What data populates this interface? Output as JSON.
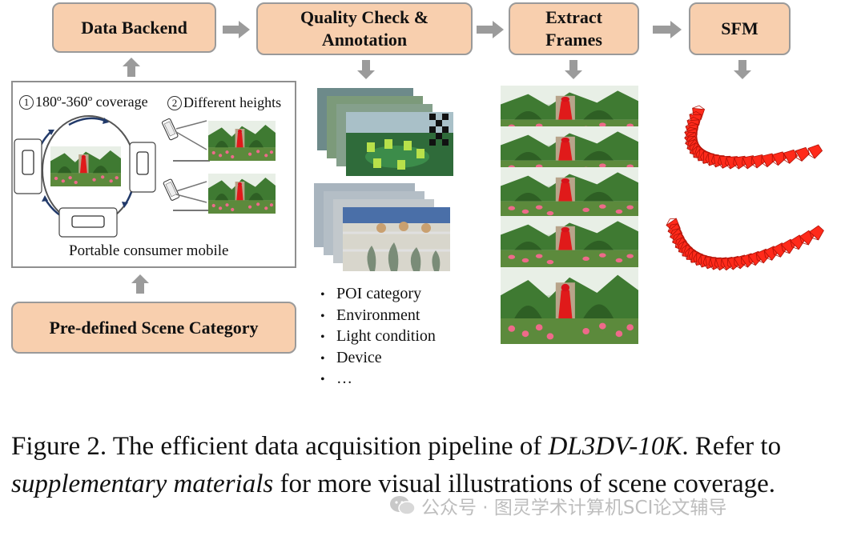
{
  "stages": {
    "data_backend": "Data Backend",
    "quality_check": "Quality Check &\nAnnotation",
    "extract_frames": "Extract\nFrames",
    "sfm": "SFM",
    "predefined": "Pre-defined Scene Category"
  },
  "capture_panel": {
    "coverage_num": "1",
    "coverage_label": "180º-360º coverage",
    "heights_num": "2",
    "heights_label": "Different heights",
    "device_label": "Portable consumer mobile"
  },
  "annotation_bullets": [
    "POI category",
    "Environment",
    "Light condition",
    "Device",
    "…"
  ],
  "caption": {
    "prefix": "Figure 2.  The efficient data acquisition pipeline of ",
    "dataset": "DL3DV-10K",
    "mid": ". Refer to ",
    "supp": "supplementary materials",
    "suffix": " for more visual illustrations of scene coverage."
  },
  "watermark": "公众号 · 图灵学术计算机SCI论文辅导",
  "colors": {
    "box_fill": "#f8cfae",
    "box_border": "#9a9a9a",
    "arrow": "#9b9b9b",
    "camera": "#ff2a1a"
  }
}
